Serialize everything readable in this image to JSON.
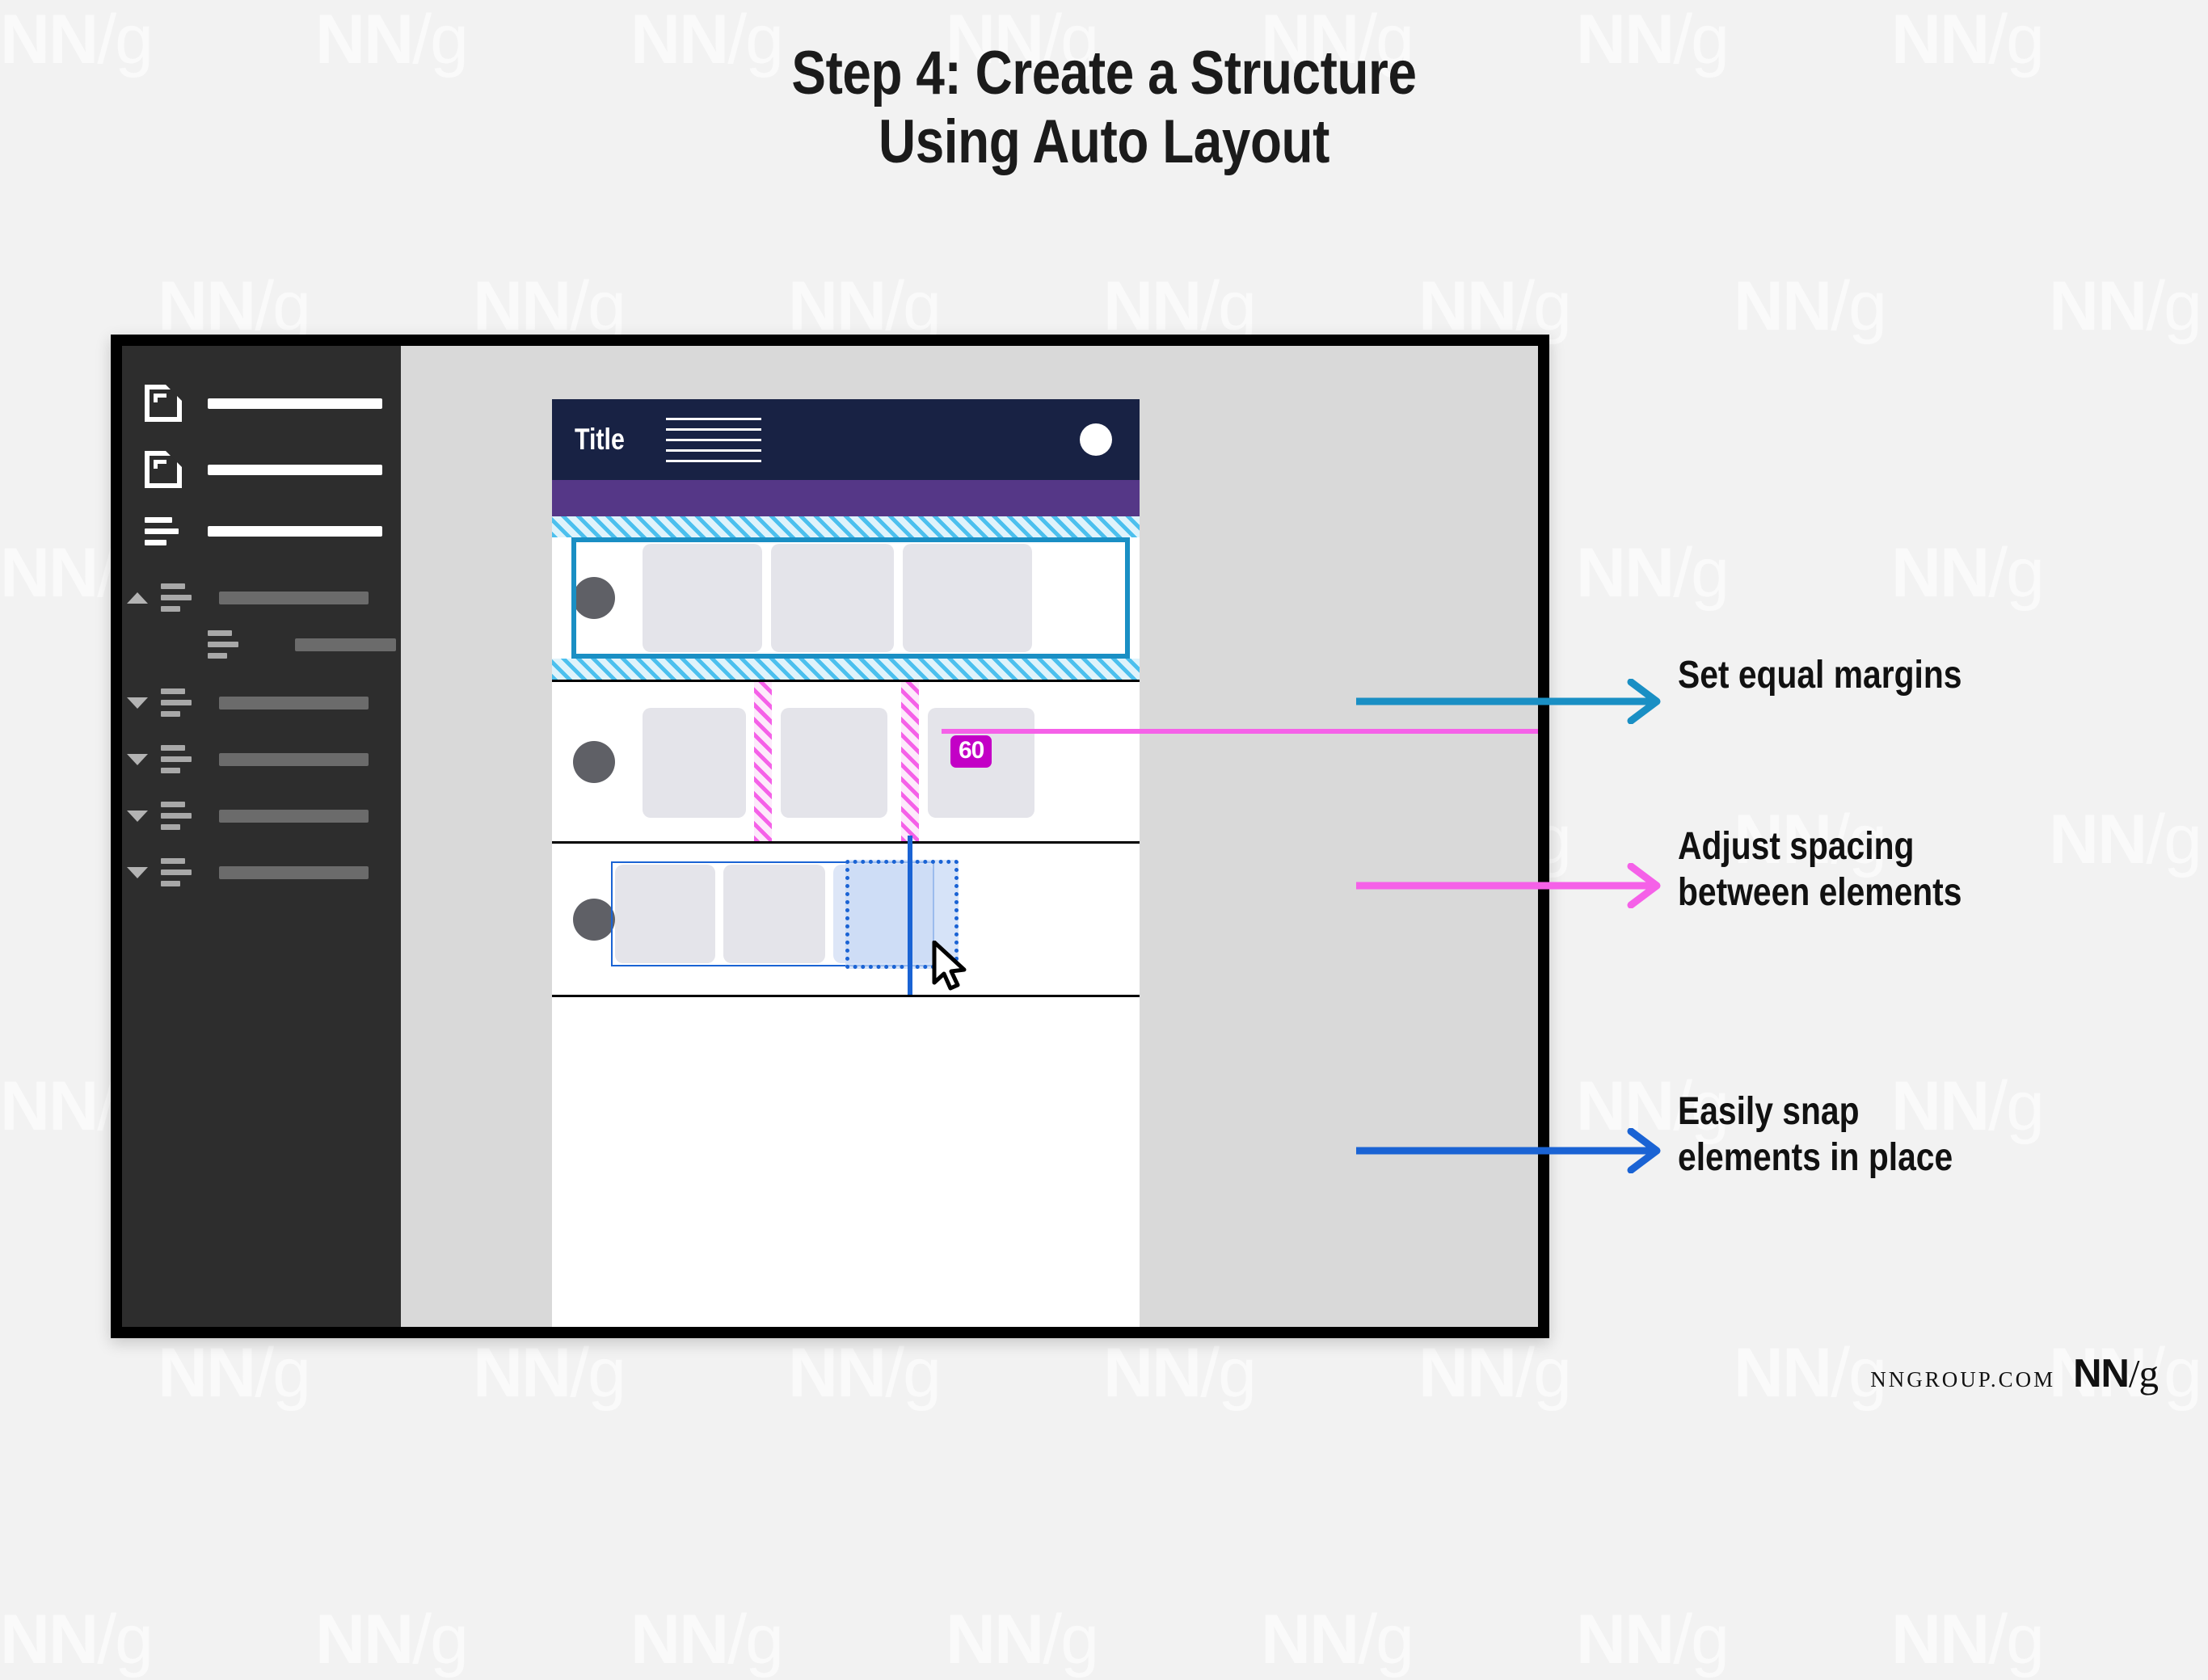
{
  "page": {
    "background_color": "#f2f2f2",
    "watermark_text": "NN/g"
  },
  "title": {
    "line1": "Step 4: Create a Structure",
    "line2": "Using Auto Layout"
  },
  "app_frame": {
    "border_color": "#000000",
    "canvas_color": "#d9d9d9"
  },
  "layer_panel": {
    "background_color": "#2d2d2d",
    "rows": [
      {
        "icon": "frame-icon",
        "label_bar": "white"
      },
      {
        "icon": "frame-icon",
        "label_bar": "white"
      },
      {
        "icon": "hamburger-icon",
        "label_bar": "white"
      },
      {
        "icon": "hamburger-icon",
        "caret": "up",
        "label_bar": "gray"
      },
      {
        "icon": "hamburger-icon",
        "caret": "none",
        "label_bar": "gray",
        "indent": true
      },
      {
        "icon": "hamburger-icon",
        "caret": "down",
        "label_bar": "gray"
      },
      {
        "icon": "hamburger-icon",
        "caret": "down",
        "label_bar": "gray"
      },
      {
        "icon": "hamburger-icon",
        "caret": "down",
        "label_bar": "gray"
      },
      {
        "icon": "hamburger-icon",
        "caret": "down",
        "label_bar": "gray"
      }
    ]
  },
  "mockup": {
    "header": {
      "title": "Title",
      "background_color": "#182244",
      "text_line_count": 5,
      "avatar_color": "#ffffff"
    },
    "subbar": {
      "background_color": "#553787"
    },
    "rows": [
      {
        "name": "margins-row",
        "avatar": true,
        "card_count": 3,
        "selection_border_color": "#1a8fc4",
        "margin_hatch_color": "#4cc0ee"
      },
      {
        "name": "spacing-row",
        "avatar": true,
        "card_count": 3,
        "gap_hatch_color": "#f561e8",
        "spacing_badge": "60",
        "badge_color": "#c300c6"
      },
      {
        "name": "snapping-row",
        "card_count": 3,
        "outline_color": "#1a63d4",
        "drag_selection": "dotted",
        "snap_line_color": "#1a63d4",
        "cursor": "arrow-pointer"
      },
      {
        "name": "empty-row"
      }
    ]
  },
  "annotations": [
    {
      "text": "Set equal margins",
      "arrow_color": "#1a8fc4"
    },
    {
      "text": "Adjust spacing\nbetween elements",
      "arrow_color": "#f561e8"
    },
    {
      "text": "Easily snap\nelements in place",
      "arrow_color": "#1a63d4"
    }
  ],
  "footer": {
    "site": "NNGROUP.COM",
    "logo_nn": "NN",
    "logo_slash": "/",
    "logo_g": "g"
  }
}
